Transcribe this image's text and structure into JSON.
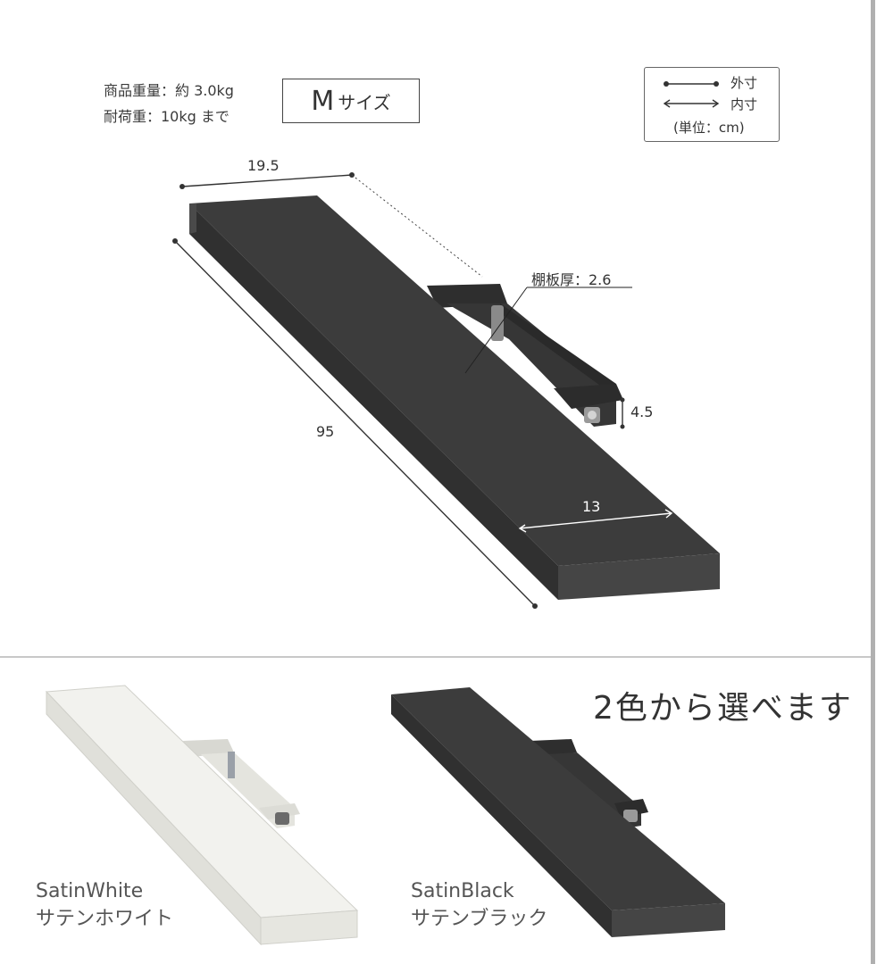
{
  "specs": {
    "weight": "商品重量：約 3.0kg",
    "load": "耐荷重：10kg まで"
  },
  "size_badge": {
    "letter": "M",
    "suffix": "サイズ"
  },
  "legend": {
    "outer": "外寸",
    "inner": "内寸",
    "unit": "(単位：cm)"
  },
  "dimensions": {
    "depth": "19.5",
    "width": "95",
    "thickness": "棚板厚：2.6",
    "bracket_height": "4.5",
    "inner_depth": "13"
  },
  "headline": "2色から選べます",
  "variants": [
    {
      "name_en": "SatinWhite",
      "name_jp": "サテンホワイト",
      "color": "#f2f2ee"
    },
    {
      "name_en": "SatinBlack",
      "name_jp": "サテンブラック",
      "color": "#3c3c3c"
    }
  ],
  "colors": {
    "shelf_dark": "#3c3c3c",
    "shelf_light": "#f2f2ee",
    "divider": "#c8c8c8"
  }
}
